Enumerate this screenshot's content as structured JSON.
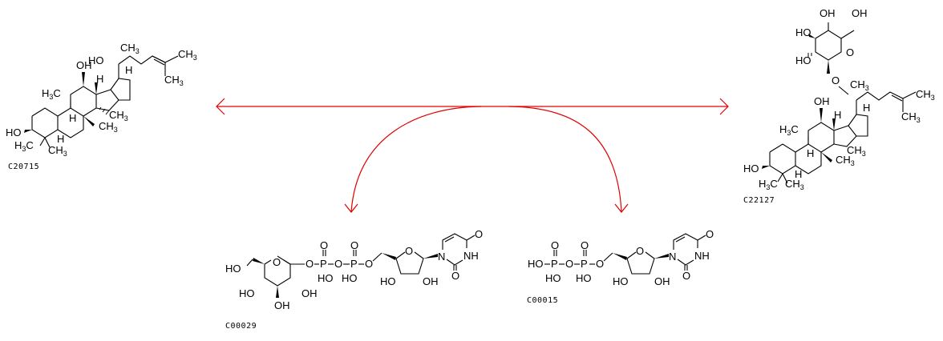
{
  "diagram": {
    "type": "reaction",
    "arrow_color": "#e00000",
    "compounds": [
      {
        "id": "C20715",
        "role": "substrate",
        "position": "left"
      },
      {
        "id": "C22127",
        "role": "product",
        "position": "right"
      },
      {
        "id": "C00029",
        "role": "cosubstrate",
        "position": "bottom-left"
      },
      {
        "id": "C00015",
        "role": "coproduct",
        "position": "bottom-right"
      }
    ],
    "labels": {
      "c20715": "C20715",
      "c22127": "C22127",
      "c00029": "C00029",
      "c00015": "C00015"
    },
    "atoms": {
      "OH": "OH",
      "HO": "HO",
      "H": "H",
      "O": "O",
      "P": "P",
      "N": "N",
      "NH": "NH",
      "CH": "CH",
      "H3C_H": "H",
      "sub3": "3",
      "C": "C"
    },
    "arrows": [
      {
        "from": "C20715",
        "to": "C22127",
        "style": "bidirectional-horizontal"
      },
      {
        "from": "C00029",
        "to": "C00015",
        "style": "curved-side-arrows"
      }
    ]
  }
}
